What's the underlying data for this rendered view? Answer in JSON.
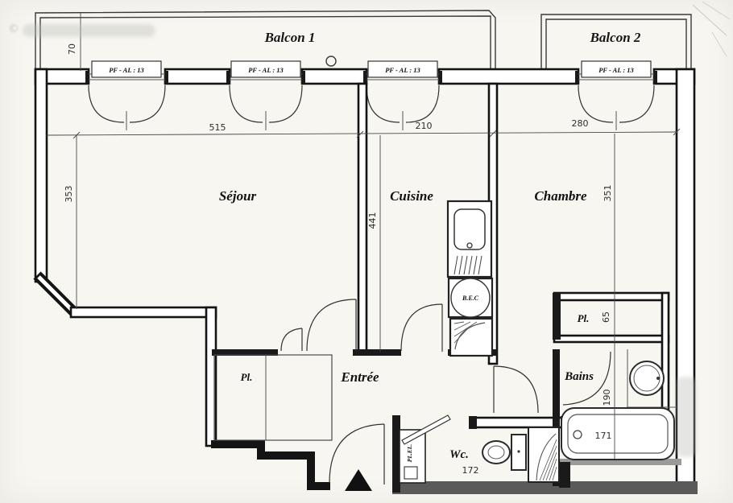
{
  "plan": {
    "balconies": [
      {
        "label": "Balcon 1"
      },
      {
        "label": "Balcon 2"
      }
    ],
    "windows": [
      {
        "label": "PF - AL : 13"
      },
      {
        "label": "PF - AL : 13"
      },
      {
        "label": "PF - AL : 13"
      },
      {
        "label": "PF - AL : 13"
      }
    ],
    "rooms": {
      "sejour": "Séjour",
      "cuisine": "Cuisine",
      "chambre": "Chambre",
      "entree": "Entrée",
      "bains": "Bains",
      "wc": "Wc.",
      "closet_hall": "Pl.",
      "closet_chambre": "Pl.",
      "water_heater": "B.E.C",
      "electrical_closet": "PL.EL."
    },
    "dimensions": {
      "balcony_depth": "70",
      "sejour_width": "515",
      "cuisine_width": "210",
      "chambre_width": "280",
      "sejour_depth": "353",
      "cuisine_depth": "441",
      "chambre_depth": "351",
      "closet_depth": "65",
      "bains_depth": "190",
      "bathtub_length": "171",
      "wc_width": "172"
    },
    "watermark": "©"
  }
}
